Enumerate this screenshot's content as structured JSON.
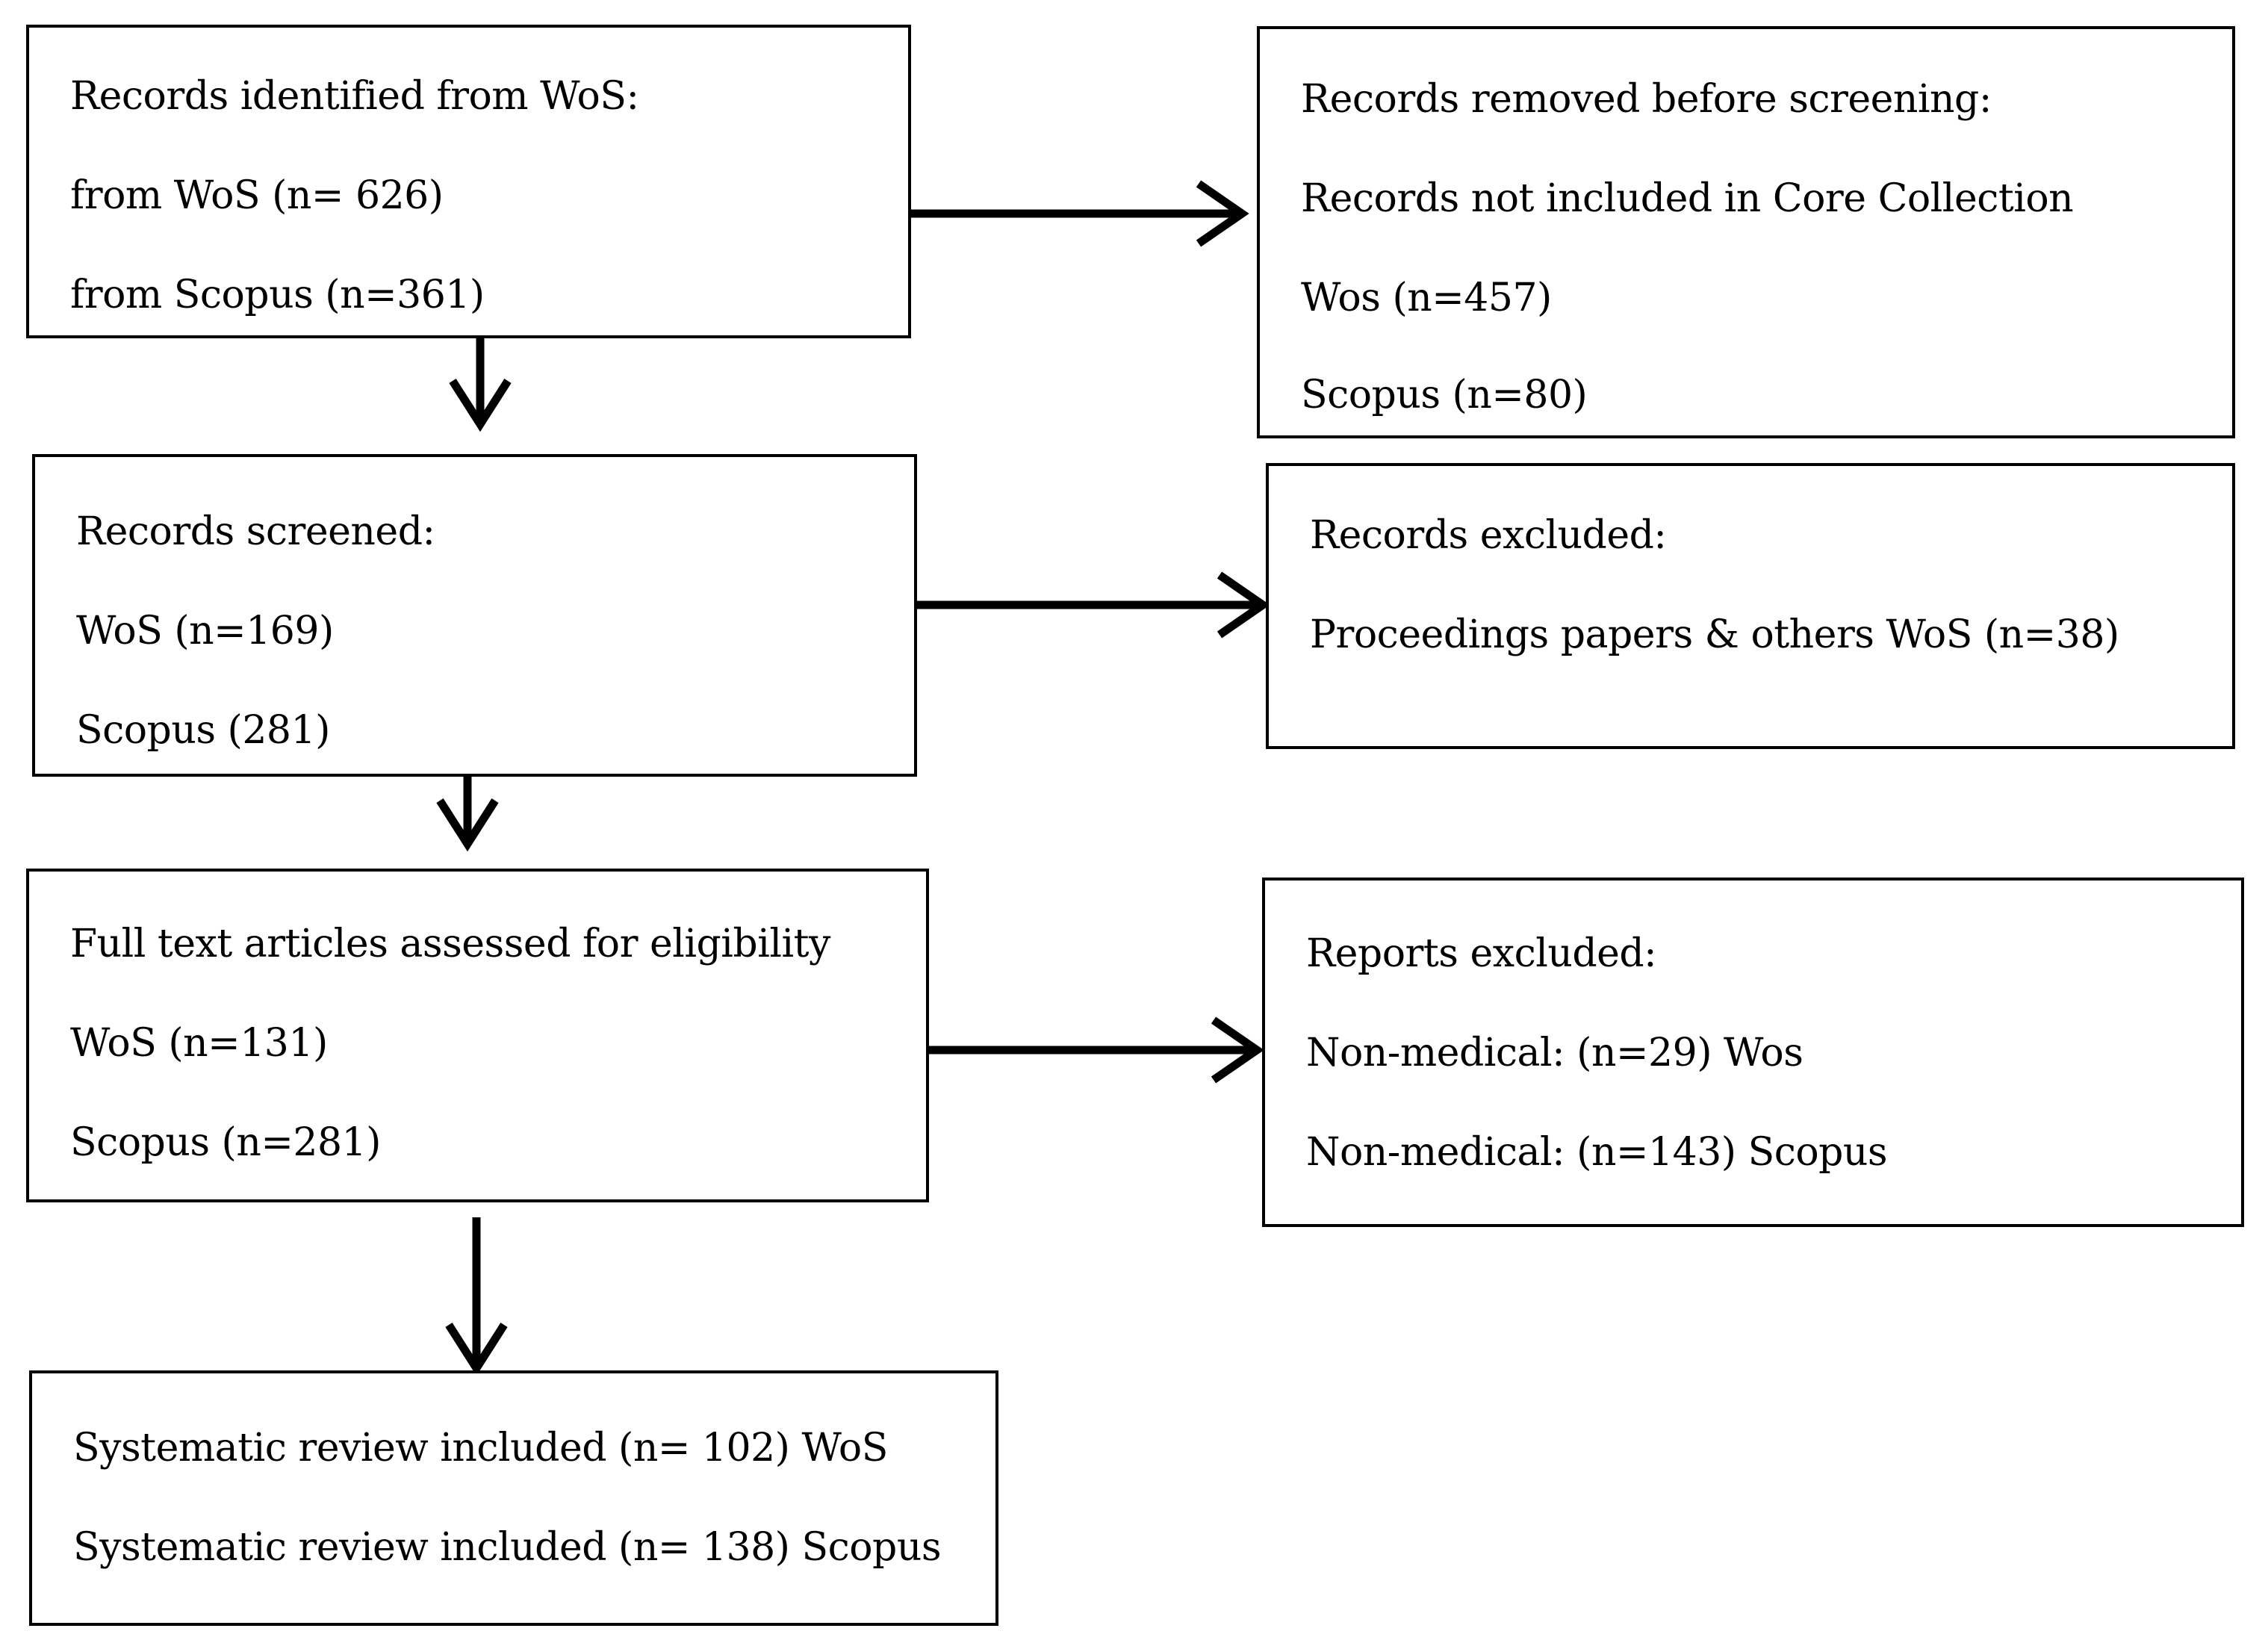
{
  "identified": {
    "lines": [
      "Records identified from WoS:",
      "from WoS (n= 626)",
      "from Scopus (n=361)"
    ]
  },
  "removed": {
    "lines": [
      "Records removed before screening:",
      "Records not included in Core Collection",
      "Wos (n=457)",
      "Scopus (n=80)"
    ]
  },
  "screened": {
    "lines": [
      "Records screened:",
      "WoS (n=169)",
      "Scopus (281)"
    ]
  },
  "excluded": {
    "lines": [
      "Records excluded:",
      "Proceedings papers & others WoS (n=38)"
    ]
  },
  "eligibility": {
    "lines": [
      "Full text articles assessed for eligibility",
      "WoS (n=131)",
      "Scopus (n=281)"
    ]
  },
  "reports_excluded": {
    "lines": [
      "Reports excluded:",
      "Non-medical: (n=29) Wos",
      "Non-medical: (n=143) Scopus"
    ]
  },
  "included": {
    "lines": [
      "Systematic review included (n= 102) WoS",
      "Systematic review included (n= 138) Scopus"
    ]
  }
}
